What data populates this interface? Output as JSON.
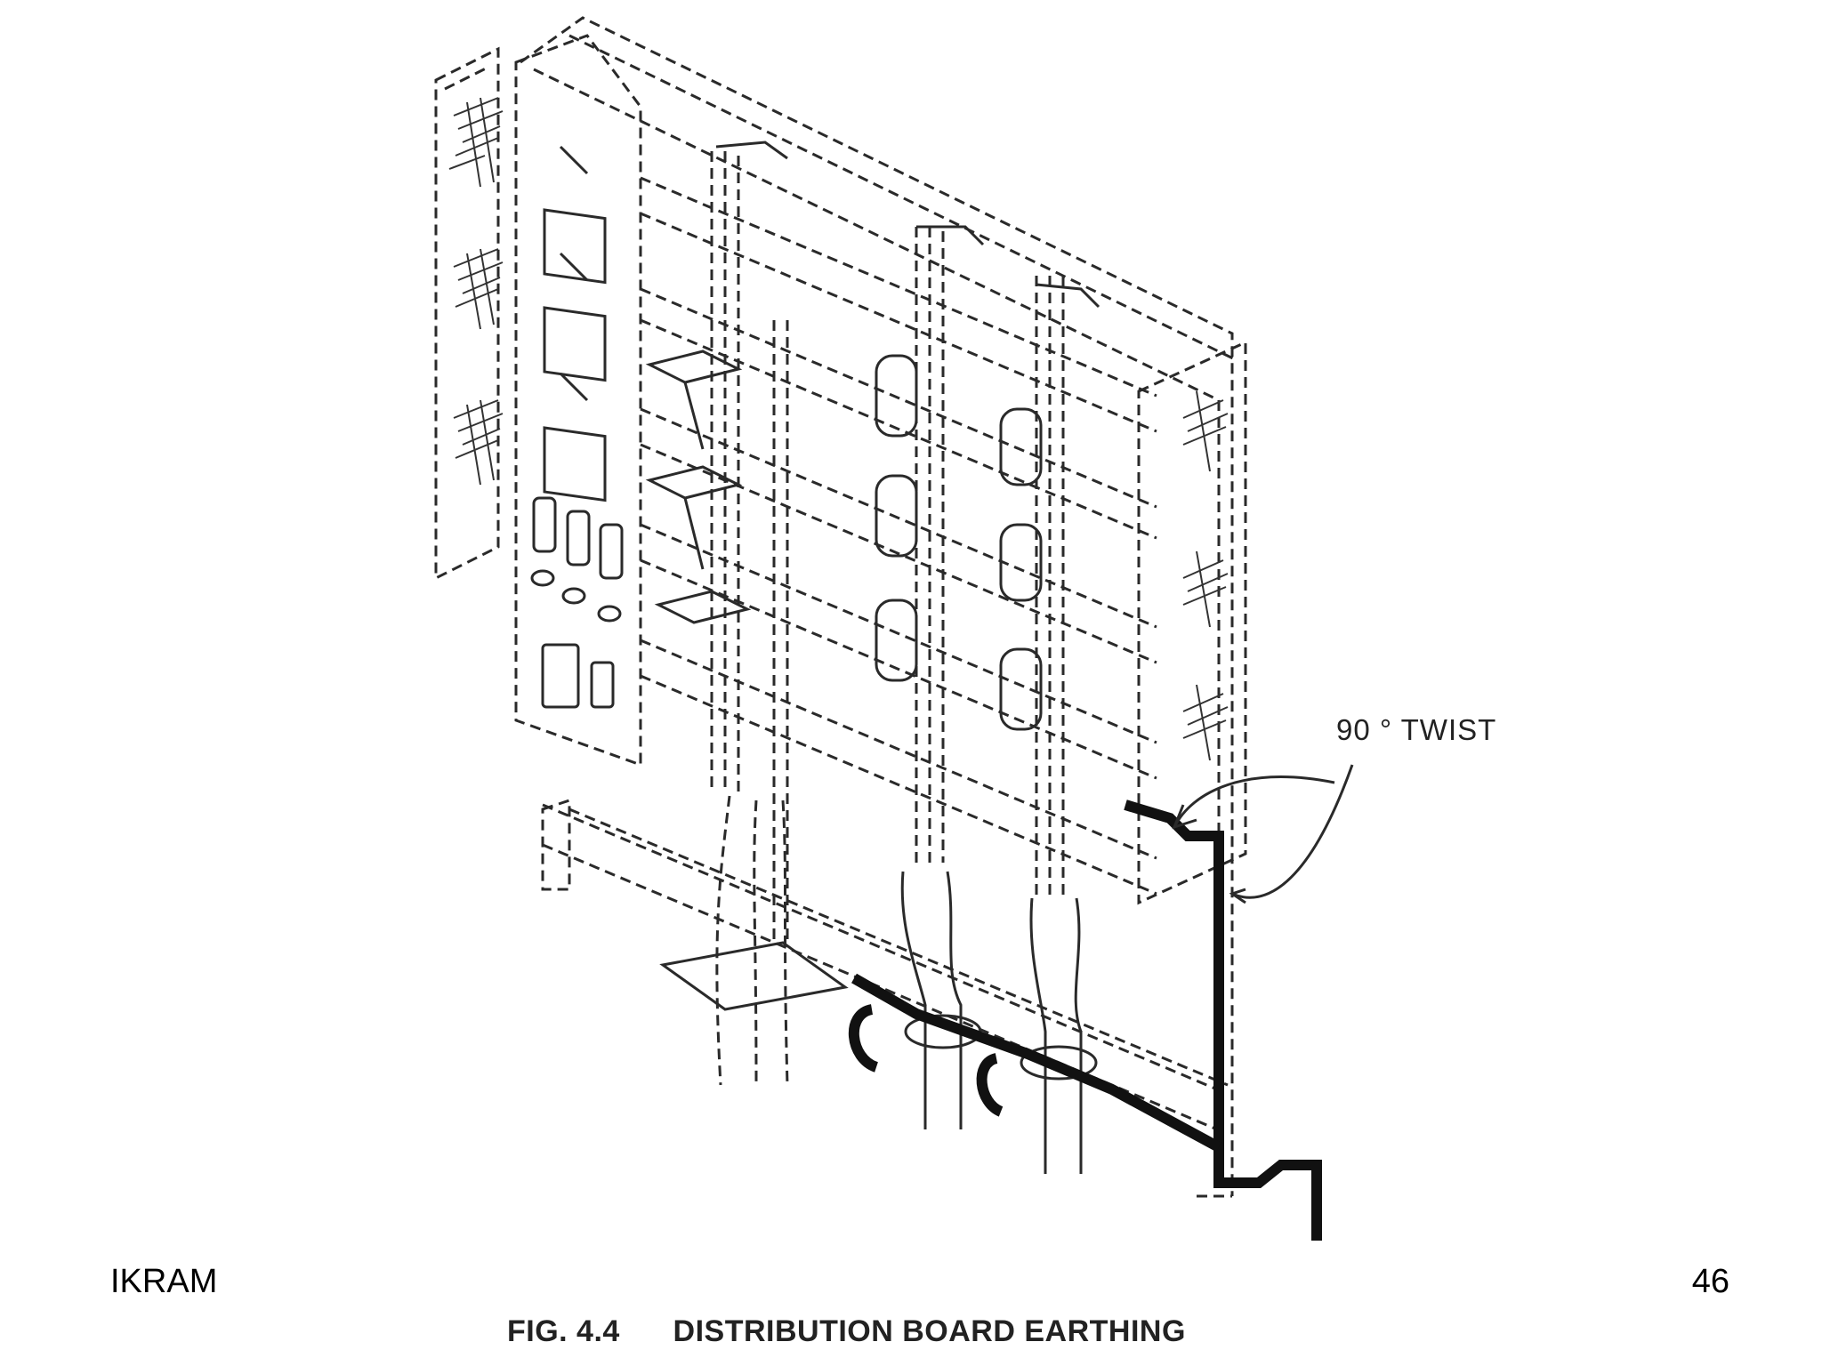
{
  "annotation": {
    "twist_label": "90 ° TWIST"
  },
  "footer": {
    "author": "IKRAM",
    "page_number": "46"
  },
  "caption": {
    "fig_number": "FIG. 4.4",
    "title": "DISTRIBUTION BOARD EARTHING"
  }
}
